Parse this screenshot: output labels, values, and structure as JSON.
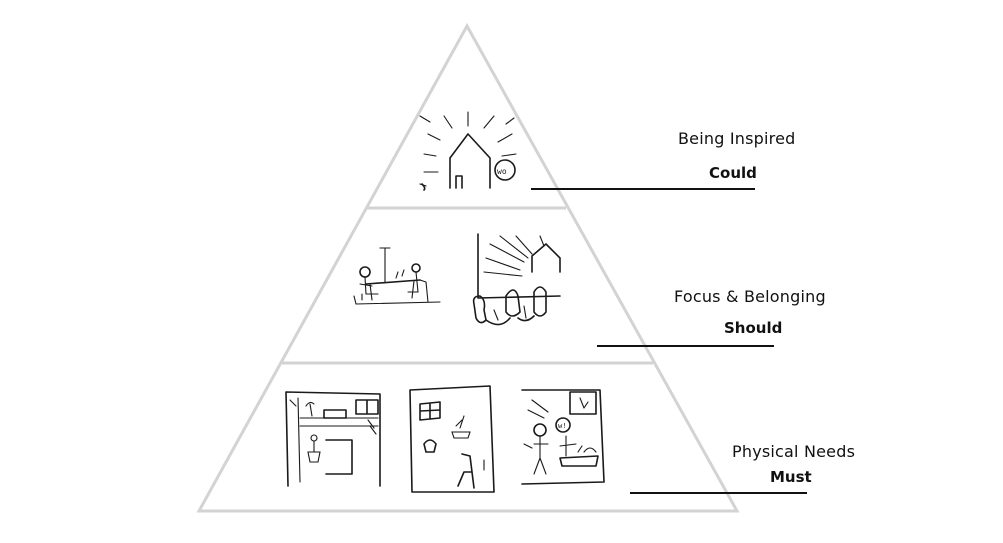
{
  "levels": [
    {
      "title": "Being Inspired",
      "priority": "Could"
    },
    {
      "title": "Focus & Belonging",
      "priority": "Should"
    },
    {
      "title": "Physical Needs",
      "priority": "Must"
    }
  ],
  "colors": {
    "outline": "#d3d3d3",
    "text": "#111111",
    "rule": "#111111"
  },
  "sketch_text": [
    "wo",
    "w!"
  ]
}
